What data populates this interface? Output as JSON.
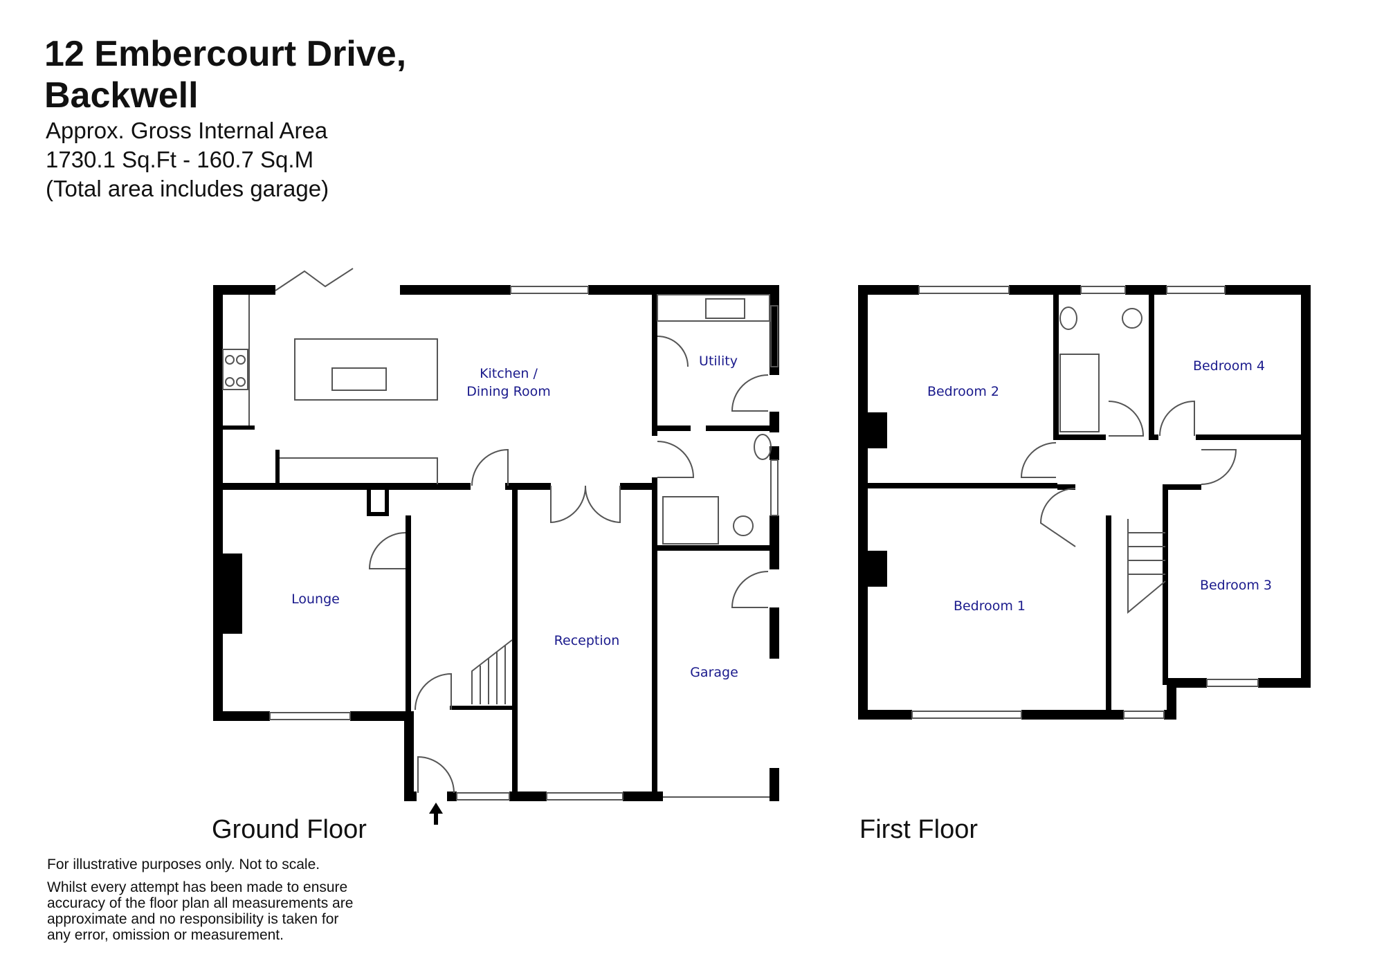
{
  "header": {
    "title_line1": "12 Embercourt Drive,",
    "title_line2": "Backwell",
    "area_line1": "Approx. Gross Internal Area",
    "area_line2": "1730.1 Sq.Ft - 160.7 Sq.M",
    "area_line3": "(Total area includes garage)"
  },
  "floors": {
    "ground": {
      "label": "Ground Floor",
      "rooms": {
        "kitchen_line1": "Kitchen /",
        "kitchen_line2": "Dining Room",
        "utility": "Utility",
        "lounge": "Lounge",
        "reception": "Reception",
        "garage": "Garage"
      }
    },
    "first": {
      "label": "First Floor",
      "rooms": {
        "bedroom1": "Bedroom 1",
        "bedroom2": "Bedroom 2",
        "bedroom3": "Bedroom 3",
        "bedroom4": "Bedroom 4"
      }
    }
  },
  "footer": {
    "note": "For illustrative purposes only. Not to scale.",
    "disclaimer_line1": "Whilst every attempt has been made to ensure",
    "disclaimer_line2": "accuracy of the floor plan all measurements are",
    "disclaimer_line3": "approximate and no responsibility is taken for",
    "disclaimer_line4": "any error, omission or measurement."
  },
  "colors": {
    "wall": "#000000",
    "room_label": "#1a1a8c",
    "fixture": "#555555"
  }
}
